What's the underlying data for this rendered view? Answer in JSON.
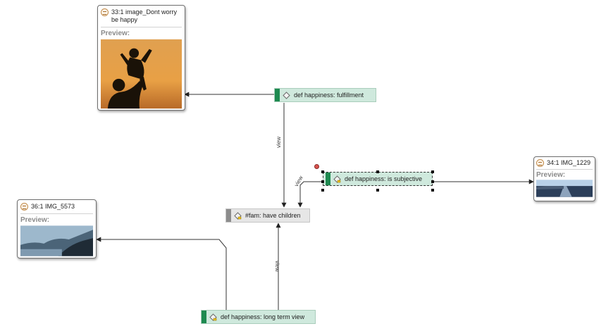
{
  "documents": [
    {
      "id": "doc33",
      "label": "33:1 image_Dont worry be happy",
      "preview_label": "Preview:",
      "icon": "document-icon"
    },
    {
      "id": "doc34",
      "label": "34:1 IMG_1229",
      "preview_label": "Preview:",
      "icon": "document-icon"
    },
    {
      "id": "doc36",
      "label": "36:1 IMG_5573",
      "preview_label": "Preview:",
      "icon": "document-icon"
    }
  ],
  "codes": {
    "fulfillment": {
      "label": "def happiness: fulfillment",
      "color": "#1e8a50"
    },
    "subjective": {
      "label": "def happiness: is subjective",
      "color": "#1e8a50"
    },
    "fam": {
      "label": "#fam: have children",
      "color": "#8c8c8c"
    },
    "longterm": {
      "label": "def happiness: long term view",
      "color": "#1e8a50"
    }
  },
  "link_labels": {
    "fulfillment_fam": "view",
    "subjective_fam": "view",
    "longterm_fam": "view"
  }
}
